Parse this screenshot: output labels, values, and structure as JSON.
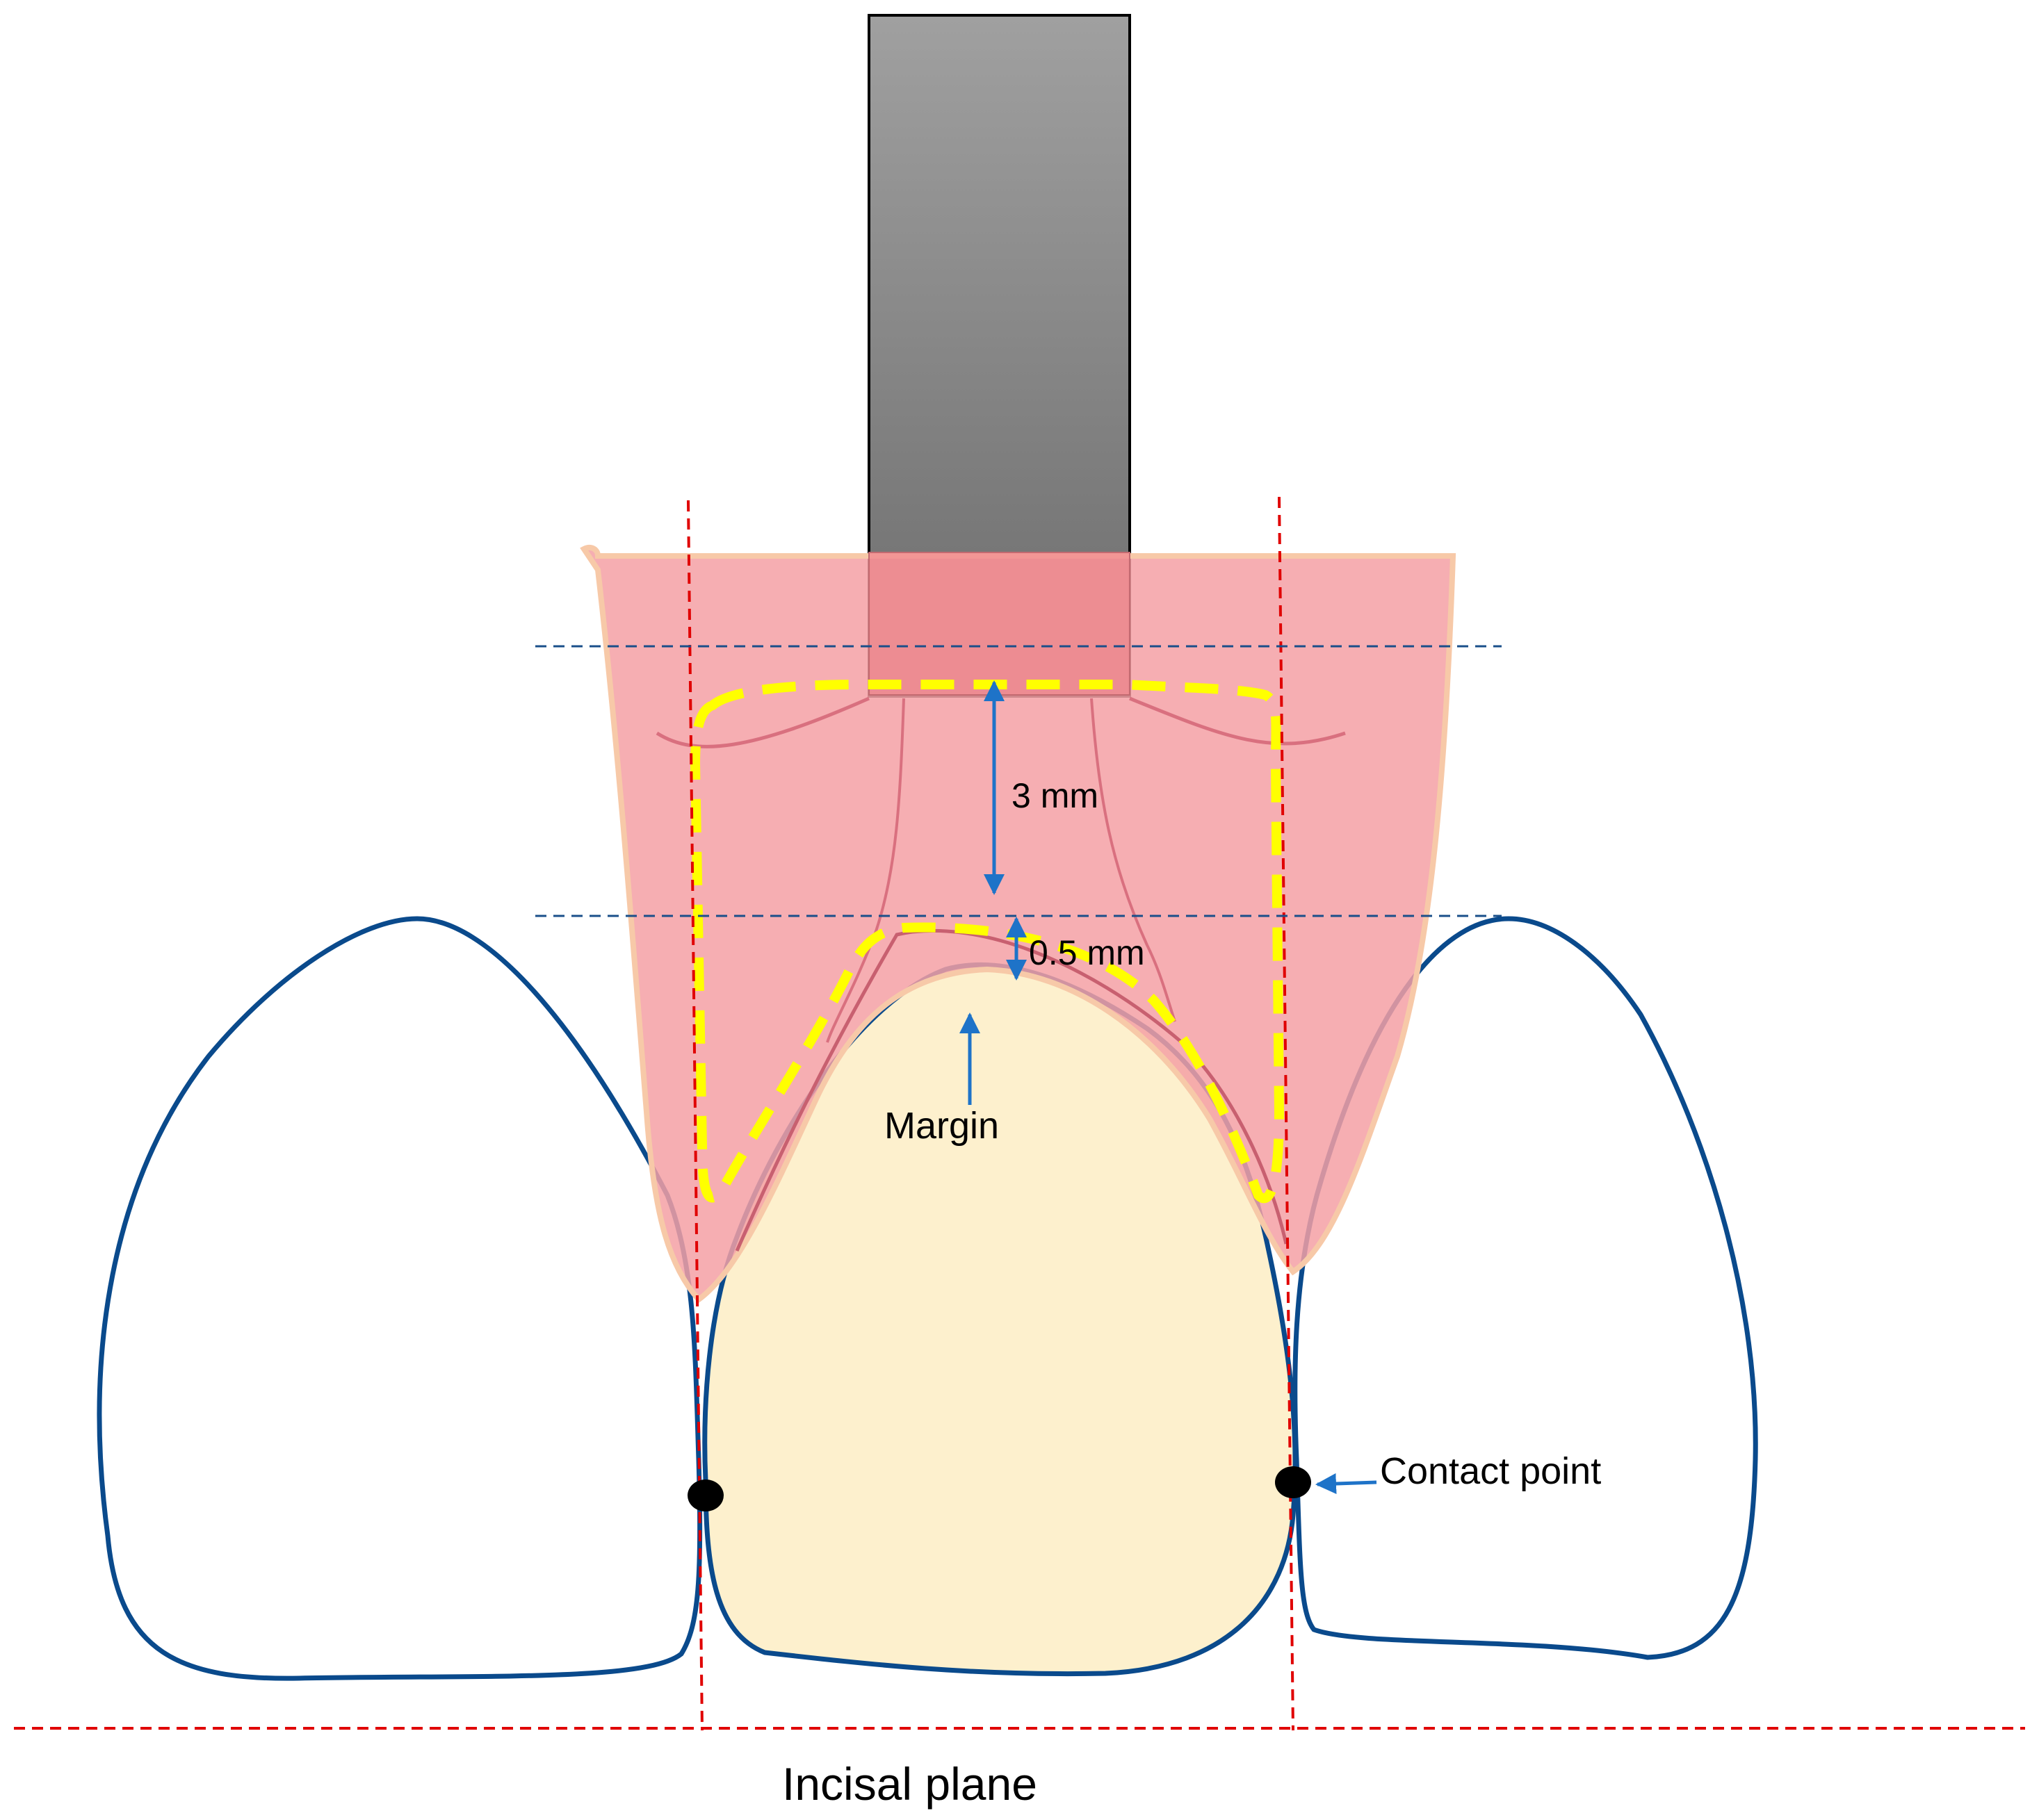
{
  "labels": {
    "measure_3mm": "3 mm",
    "measure_05mm": "0.5 mm",
    "margin": "Margin",
    "contact_point": "Contact point",
    "incisal_plane": "Incisal plane"
  },
  "colors": {
    "implant_post": "#8a8a8a",
    "gingiva": "#f5a0a5",
    "gingiva_border": "#f7c9a8",
    "central_tooth": "#fdf0cd",
    "tooth_outline": "#0a4a8c",
    "yellow_margin": "#ffff00",
    "reference_lines_red": "#e00000",
    "reference_lines_blue": "#1a4f8a",
    "arrow_blue": "#1e73c8",
    "contact_dot": "#000000"
  }
}
